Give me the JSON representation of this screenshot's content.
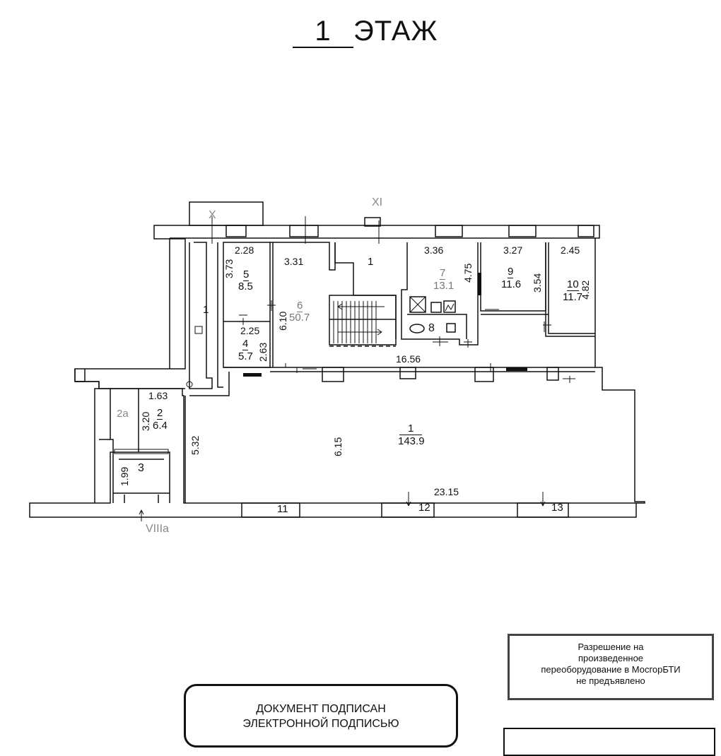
{
  "title": {
    "number": "1",
    "word": "ЭТАЖ"
  },
  "axes": {
    "x": "X",
    "xi": "XI",
    "viiia": "VIIIa"
  },
  "rooms": {
    "r1_corridor": "1",
    "r1_stair": "1",
    "r1_main": "1",
    "r1_main_area": "143.9",
    "r2a": "2а",
    "r2": "2",
    "r2_area": "6.4",
    "r3": "3",
    "r4": "4",
    "r4_area": "5.7",
    "r5": "5",
    "r5_area": "8.5",
    "r6": "6",
    "r6_area": "50.7",
    "r7": "7",
    "r7_area": "13.1",
    "r8": "8",
    "r9": "9",
    "r9_area": "11.6",
    "r10": "10",
    "r10_area": "11.7",
    "r11": "11",
    "r12": "12",
    "r13": "13"
  },
  "dims": {
    "d228": "2.28",
    "d373": "3.73",
    "d331": "3.31",
    "d610": "6.10",
    "d336": "3.36",
    "d475": "4.75",
    "d327": "3.27",
    "d354": "3.54",
    "d245": "2.45",
    "d482": "4.82",
    "d225": "2.25",
    "d263": "2.63",
    "d1656": "16.56",
    "d163": "1.63",
    "d320": "3.20",
    "d532": "5.32",
    "d615": "6.15",
    "d199": "1.99",
    "d2315": "23.15"
  },
  "notes": {
    "permission": [
      "Разрешение на",
      "произведенное",
      "переоборудование в МосгорБТИ",
      "не предъявлено"
    ],
    "signed": [
      "ДОКУМЕНТ ПОДПИСАН",
      "ЭЛЕКТРОННОЙ ПОДПИСЬЮ"
    ]
  }
}
